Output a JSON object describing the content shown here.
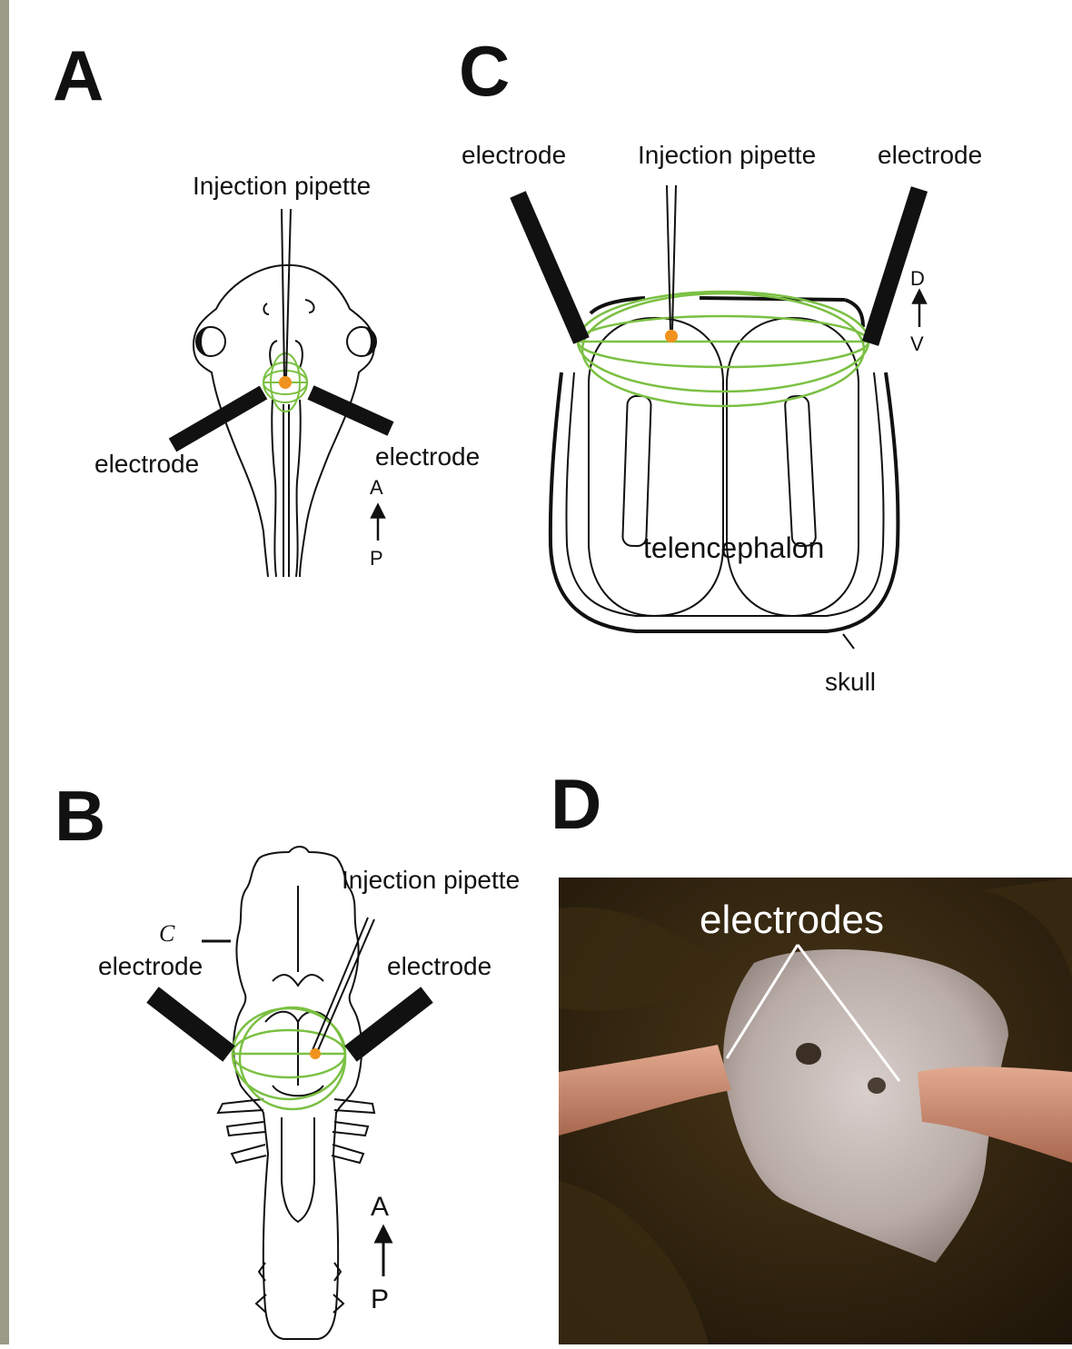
{
  "colors": {
    "ink": "#000000",
    "marker_green": "#7bc043",
    "injection_dot": "#f0921e",
    "photo_dark": "#2a1d0c",
    "electrode_wire": "#c98a6e",
    "tissue": "#c9bcb6"
  },
  "panels": {
    "A": {
      "letter": "A",
      "pipette_label": "Injection pipette",
      "electrode_left": "electrode",
      "electrode_right": "electrode",
      "axis_top": "A",
      "axis_bottom": "P"
    },
    "B": {
      "letter": "B",
      "pipette_label": "Injection pipette",
      "section_marker": "C",
      "electrode_left": "electrode",
      "electrode_right": "electrode",
      "axis_top": "A",
      "axis_bottom": "P"
    },
    "C": {
      "letter": "C",
      "electrode_left": "electrode",
      "pipette_label": "Injection pipette",
      "electrode_right": "electrode",
      "axis_top": "D",
      "axis_bottom": "V",
      "region_label": "telencephalon",
      "skull_label": "skull"
    },
    "D": {
      "letter": "D",
      "photo_label": "electrodes"
    }
  }
}
